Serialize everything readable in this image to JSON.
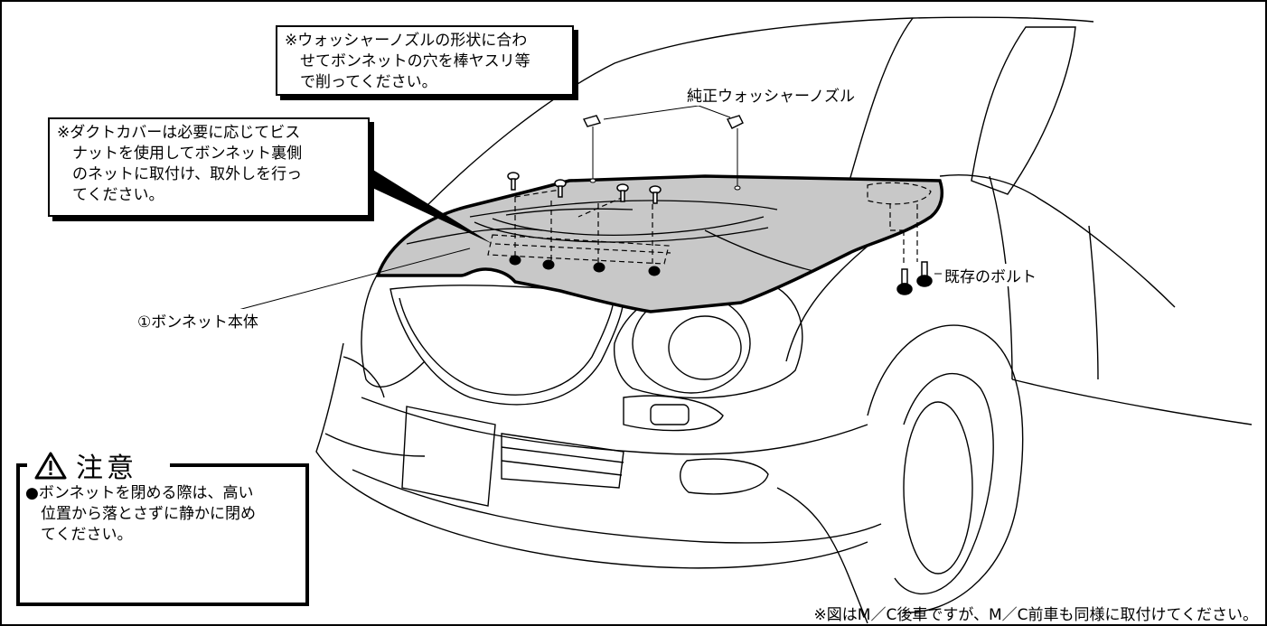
{
  "notes": {
    "washer_nozzle_note": [
      "※ウォッシャーノズルの形状に合わ",
      "せてボンネットの穴を棒ヤスリ等",
      "で削ってください。"
    ],
    "duct_cover_note": [
      "※ダクトカバーは必要に応じてビス",
      "ナットを使用してボンネット裏側",
      "のネットに取付け、取外しを行っ",
      "てください。"
    ]
  },
  "labels": {
    "genuine_nozzle": "純正ウォッシャーノズル",
    "existing_bolt": "既存のボルト",
    "bonnet_body": "①ボンネット本体"
  },
  "caution": {
    "title": "注意",
    "lines": [
      "●ボンネットを閉める際は、高い",
      "位置から落とさずに静かに閉め",
      "てください。"
    ]
  },
  "footnote": "※図はM／C後車ですが、M／C前車も同様に取付けてください。",
  "colors": {
    "bonnet_fill": "#c8c8c8",
    "line": "#000000",
    "background": "#ffffff"
  }
}
